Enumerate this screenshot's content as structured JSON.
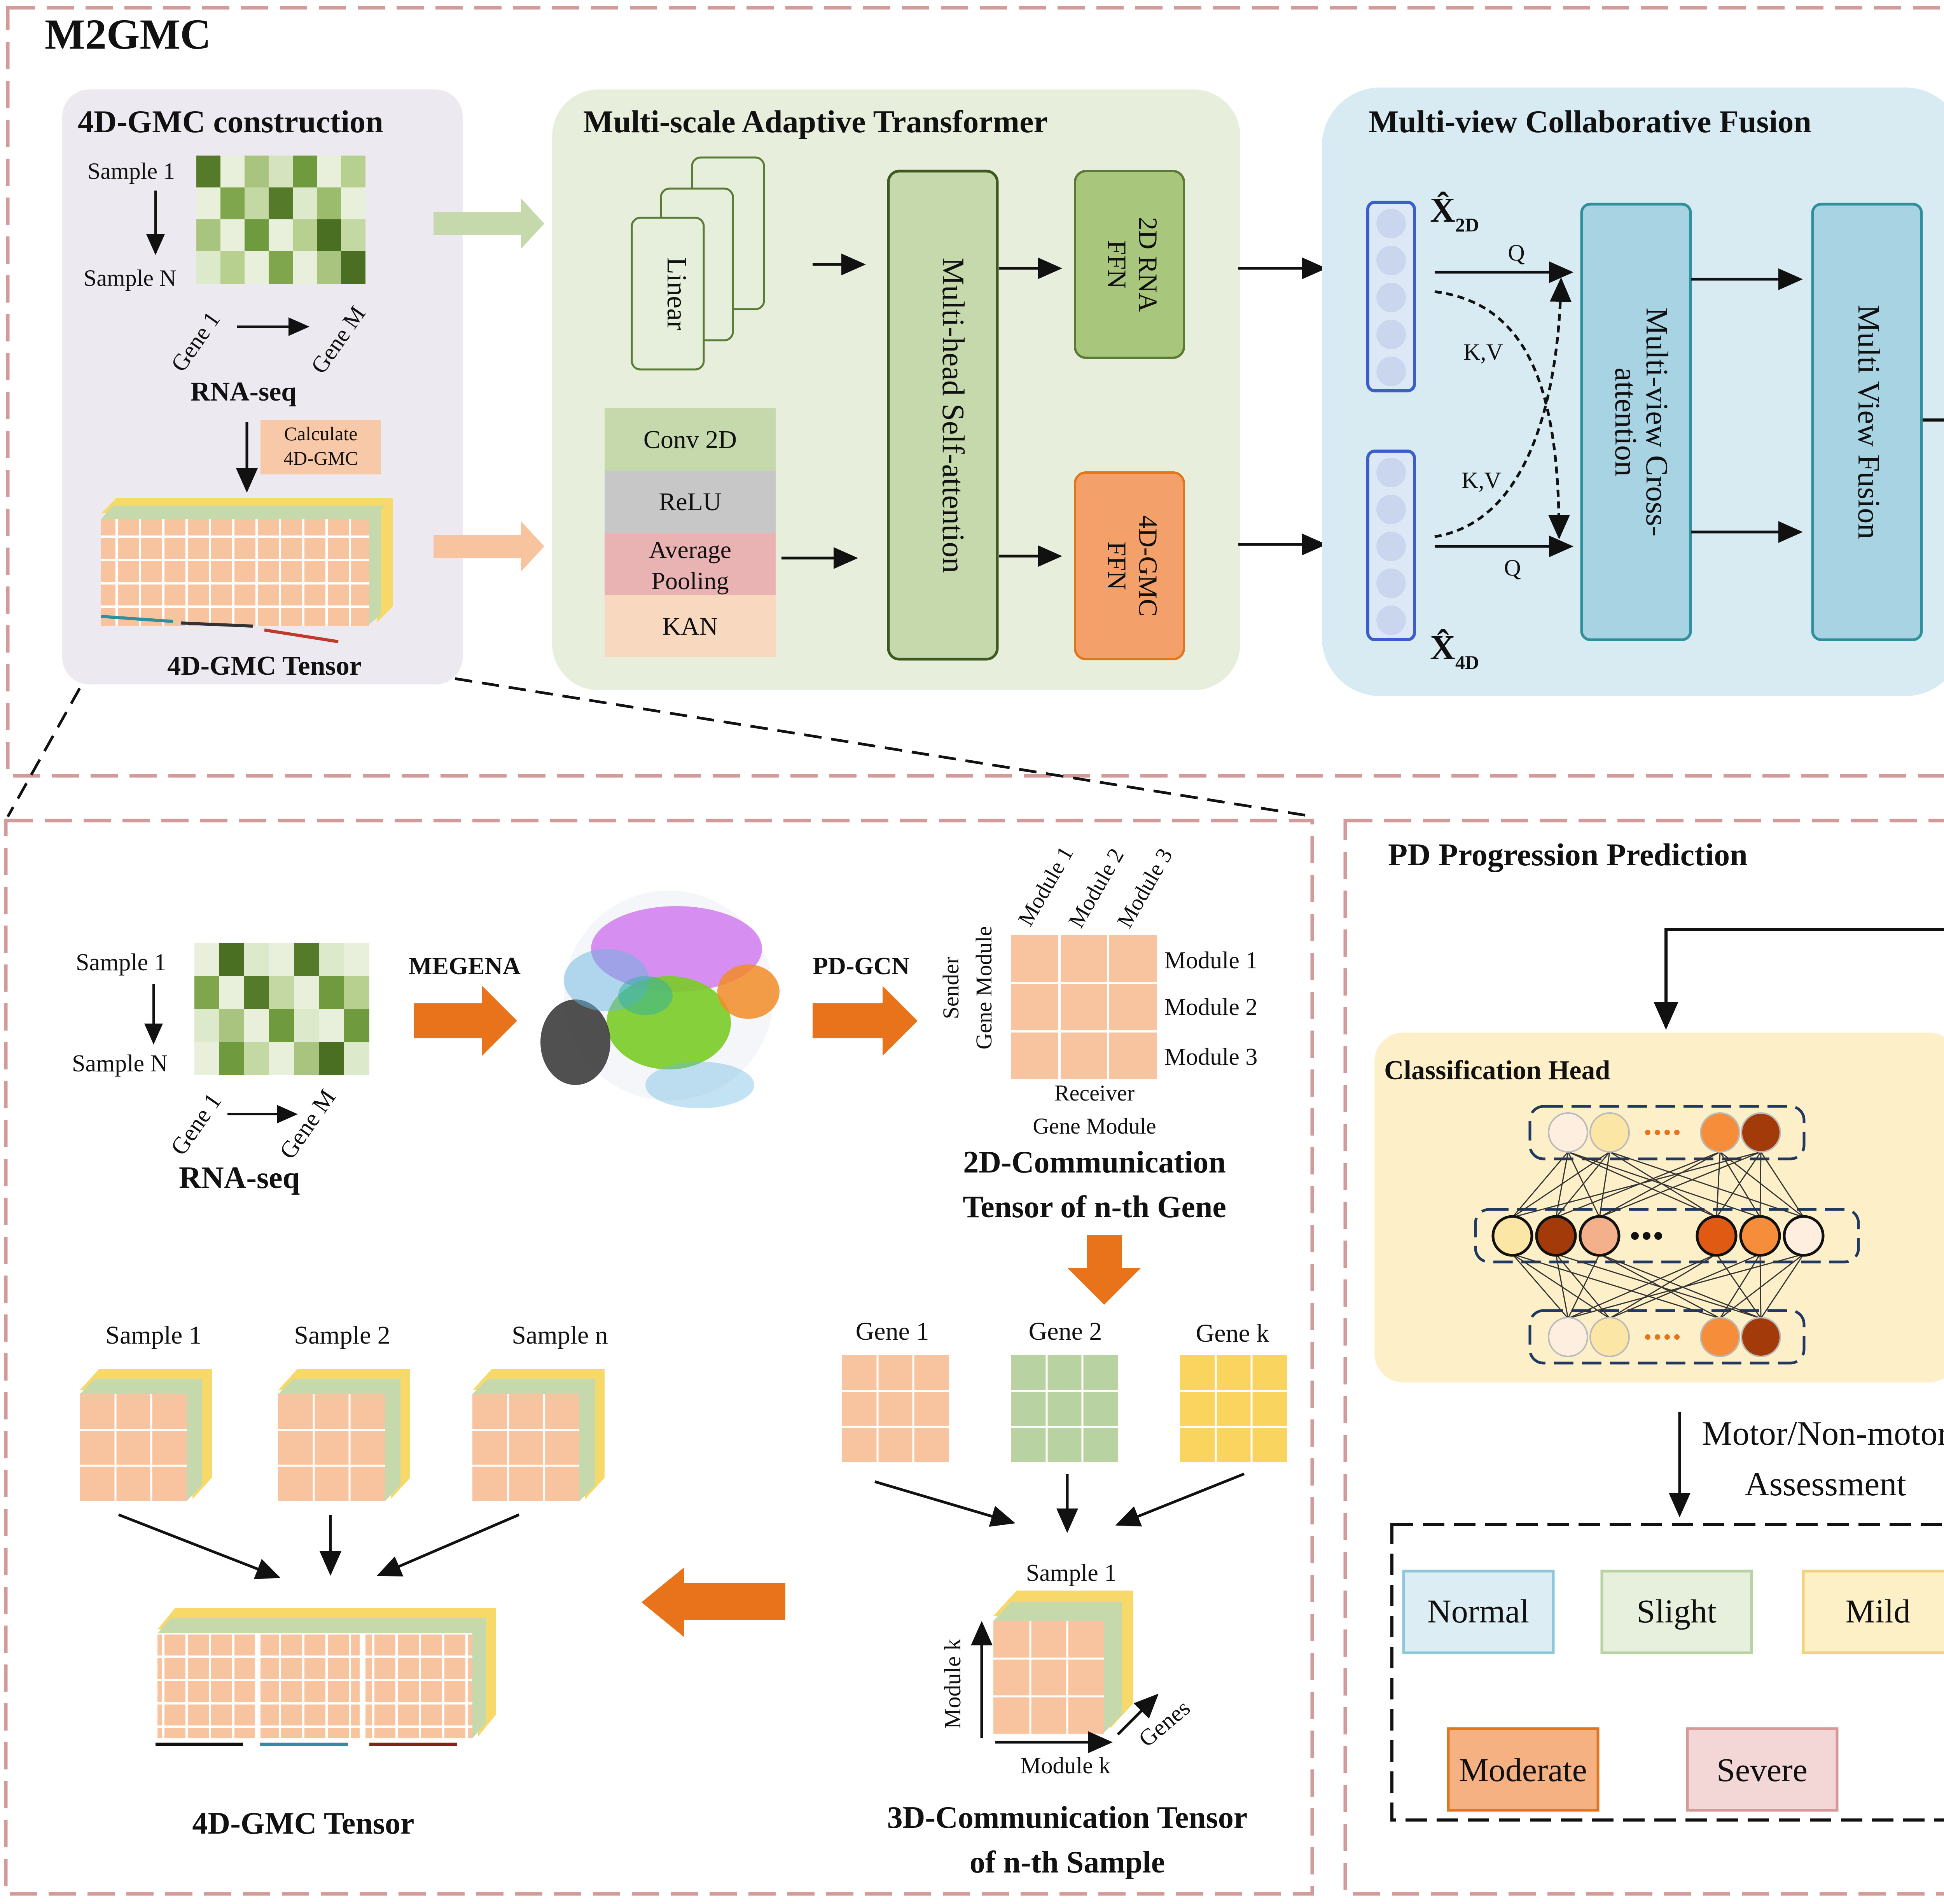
{
  "title": "M2GMC",
  "top": {
    "gmc_construction": {
      "title": "4D-GMC construction",
      "sample_first": "Sample 1",
      "sample_last": "Sample N",
      "gene_first": "Gene 1",
      "gene_last": "Gene M",
      "rnaseq": "RNA-seq",
      "calc_line1": "Calculate",
      "calc_line2": "4D-GMC",
      "tensor": "4D-GMC Tensor"
    },
    "transformer": {
      "title": "Multi-scale Adaptive Transformer",
      "linear": "Linear",
      "conv": "Conv 2D",
      "relu": "ReLU",
      "avgpool_1": "Average",
      "avgpool_2": "Pooling",
      "kan": "KAN",
      "mhsa": "Multi-head  Self-attention",
      "ffn2d_1": "2D RNA",
      "ffn2d_2": "FFN",
      "ffn4d_1": "4D-GMC",
      "ffn4d_2": "FFN"
    },
    "fusion": {
      "title": "Multi-view Collaborative Fusion",
      "x2d_main": "X̂",
      "x2d_sub": "2D",
      "x4d_main": "X̂",
      "x4d_sub": "4D",
      "q_top": "Q",
      "kv_top": "K,V",
      "kv_bottom": "K,V",
      "q_bottom": "Q",
      "cross_1": "Multi-view Cross-",
      "cross_2": "attention",
      "mvf": "Multi View Fusion"
    }
  },
  "bottom": {
    "sample_first": "Sample 1",
    "sample_last": "Sample N",
    "gene_first": "Gene 1",
    "gene_last": "Gene M",
    "rnaseq": "RNA-seq",
    "megena": "MEGENA",
    "pdgcn": "PD-GCN",
    "sender_1": "Sender",
    "sender_2": "Gene Module",
    "receiver_1": "Receiver",
    "receiver_2": "Gene Module",
    "modules": [
      "Module 1",
      "Module 2",
      "Module 3"
    ],
    "comm2d_1": "2D-Communication",
    "comm2d_2": "Tensor of n-th Gene",
    "genes": [
      "Gene 1",
      "Gene 2",
      "Gene k"
    ],
    "samples": [
      "Sample 1",
      "Sample 2",
      "Sample n"
    ],
    "comm3d_sample": "Sample 1",
    "module_k_v": "Module k",
    "module_k_h": "Module k",
    "genes_axis": "Genes",
    "comm3d_1": "3D-Communication Tensor",
    "comm3d_2": "of n-th Sample",
    "tensor": "4D-GMC Tensor"
  },
  "prediction": {
    "title": "PD  Progression Prediction",
    "head": "Classification Head",
    "assess_1": "Motor/Non-motor",
    "assess_2": "Assessment",
    "classes": [
      {
        "label": "Normal",
        "fill": "#dcedf3",
        "stroke": "#8ec6dc"
      },
      {
        "label": "Slight",
        "fill": "#e6f0dc",
        "stroke": "#b9d2a2"
      },
      {
        "label": "Mild",
        "fill": "#fdf0c6",
        "stroke": "#f3d27a"
      },
      {
        "label": "Moderate",
        "fill": "#f6b183",
        "stroke": "#e0771f"
      },
      {
        "label": "Severe",
        "fill": "#f3d6d6",
        "stroke": "#d79898"
      }
    ]
  },
  "colors": {
    "orange": "#e8731a",
    "peach": "#f8c4a0",
    "green_dark": "#6b8f3a",
    "yellow": "#f7d96a",
    "dash_red": "#d39a9a"
  }
}
